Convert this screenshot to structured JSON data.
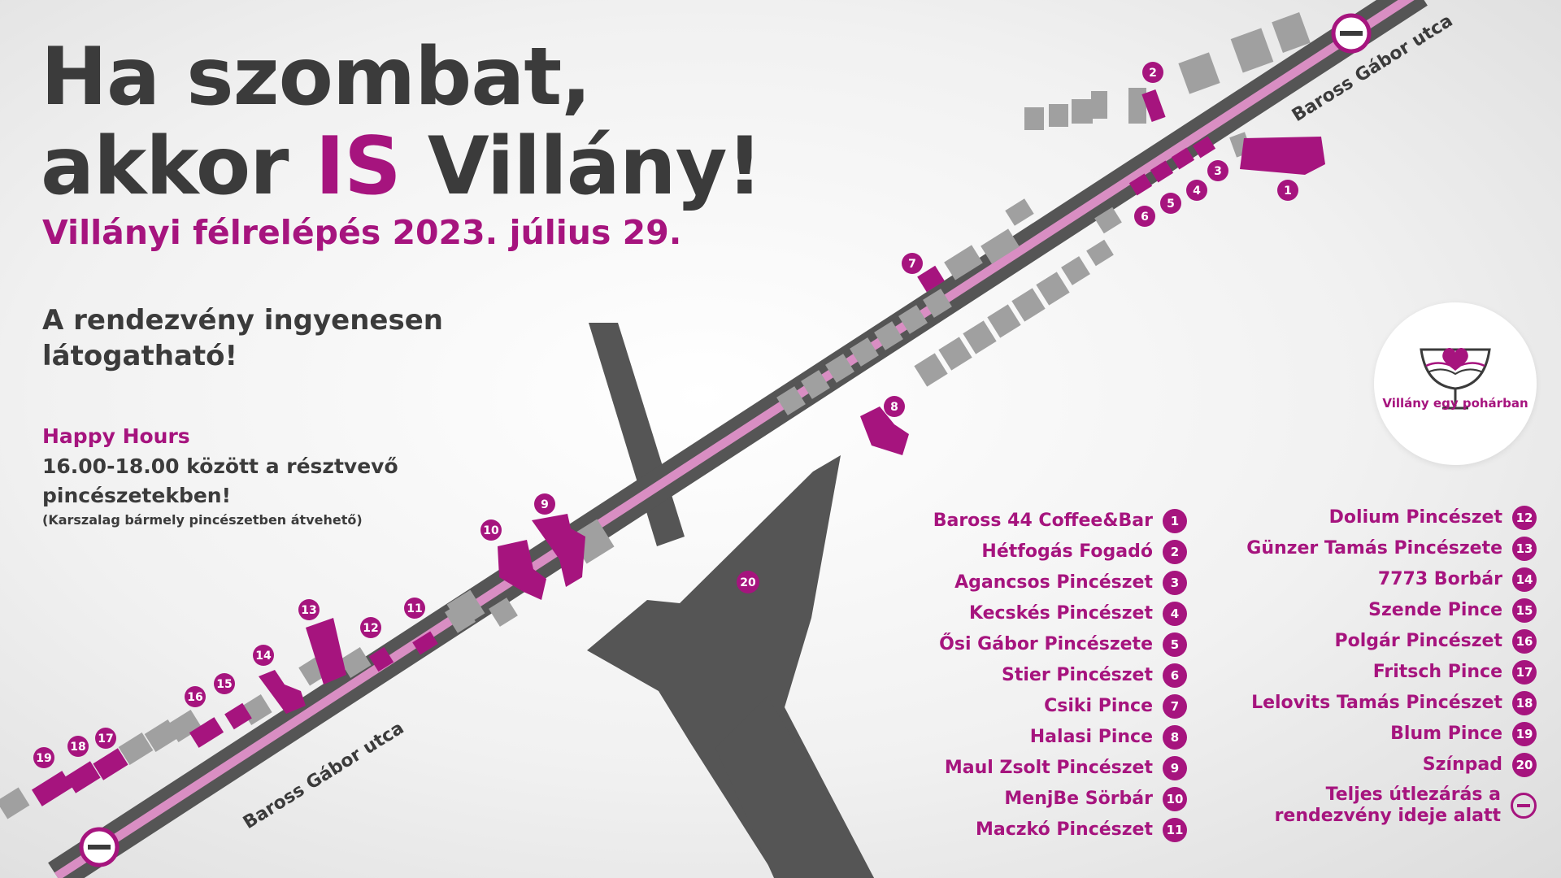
{
  "header": {
    "title_line1": "Ha szombat,",
    "title_line2_a": "akkor",
    "title_line2_highlight": "IS",
    "title_line2_b": "Villány!",
    "subtitle": "Villányi félrelépés 2023. július 29.",
    "free_entry": "A rendezvény ingyenesen látogatható!"
  },
  "happy_hours": {
    "title": "Happy Hours",
    "text": "16.00-18.00 között a résztvevő pincészetekben!",
    "note": "(Karszalag bármely pincészetben átvehető)"
  },
  "logo": {
    "text": "Villány egy pohárban",
    "icon": "wine-glass-heart-icon"
  },
  "map": {
    "street_name": "Baross Gábor utca",
    "colors": {
      "road": "#555555",
      "closed_lane": "#d98ec3",
      "venue": "#a6147e",
      "building": "#a0a0a0"
    },
    "no_entry_icon": "no-entry-icon"
  },
  "legend_left": [
    {
      "num": "1",
      "name": "Baross 44 Coffee&Bar"
    },
    {
      "num": "2",
      "name": "Hétfogás Fogadó"
    },
    {
      "num": "3",
      "name": "Agancsos Pincészet"
    },
    {
      "num": "4",
      "name": "Kecskés Pincészet"
    },
    {
      "num": "5",
      "name": "Ősi Gábor Pincészete"
    },
    {
      "num": "6",
      "name": "Stier Pincészet"
    },
    {
      "num": "7",
      "name": "Csiki Pince"
    },
    {
      "num": "8",
      "name": "Halasi Pince"
    },
    {
      "num": "9",
      "name": "Maul Zsolt Pincészet"
    },
    {
      "num": "10",
      "name": "MenjBe Sörbár"
    },
    {
      "num": "11",
      "name": "Maczkó Pincészet"
    }
  ],
  "legend_right": [
    {
      "num": "12",
      "name": "Dolium Pincészet"
    },
    {
      "num": "13",
      "name": "Günzer Tamás Pincészete"
    },
    {
      "num": "14",
      "name": "7773 Borbár"
    },
    {
      "num": "15",
      "name": "Szende Pince"
    },
    {
      "num": "16",
      "name": "Polgár Pincészet"
    },
    {
      "num": "17",
      "name": "Fritsch Pince"
    },
    {
      "num": "18",
      "name": "Lelovits Tamás Pincészet"
    },
    {
      "num": "19",
      "name": "Blum Pince"
    },
    {
      "num": "20",
      "name": "Színpad"
    }
  ],
  "legend_closure": "Teljes útlezárás a rendezvény ideje alatt"
}
